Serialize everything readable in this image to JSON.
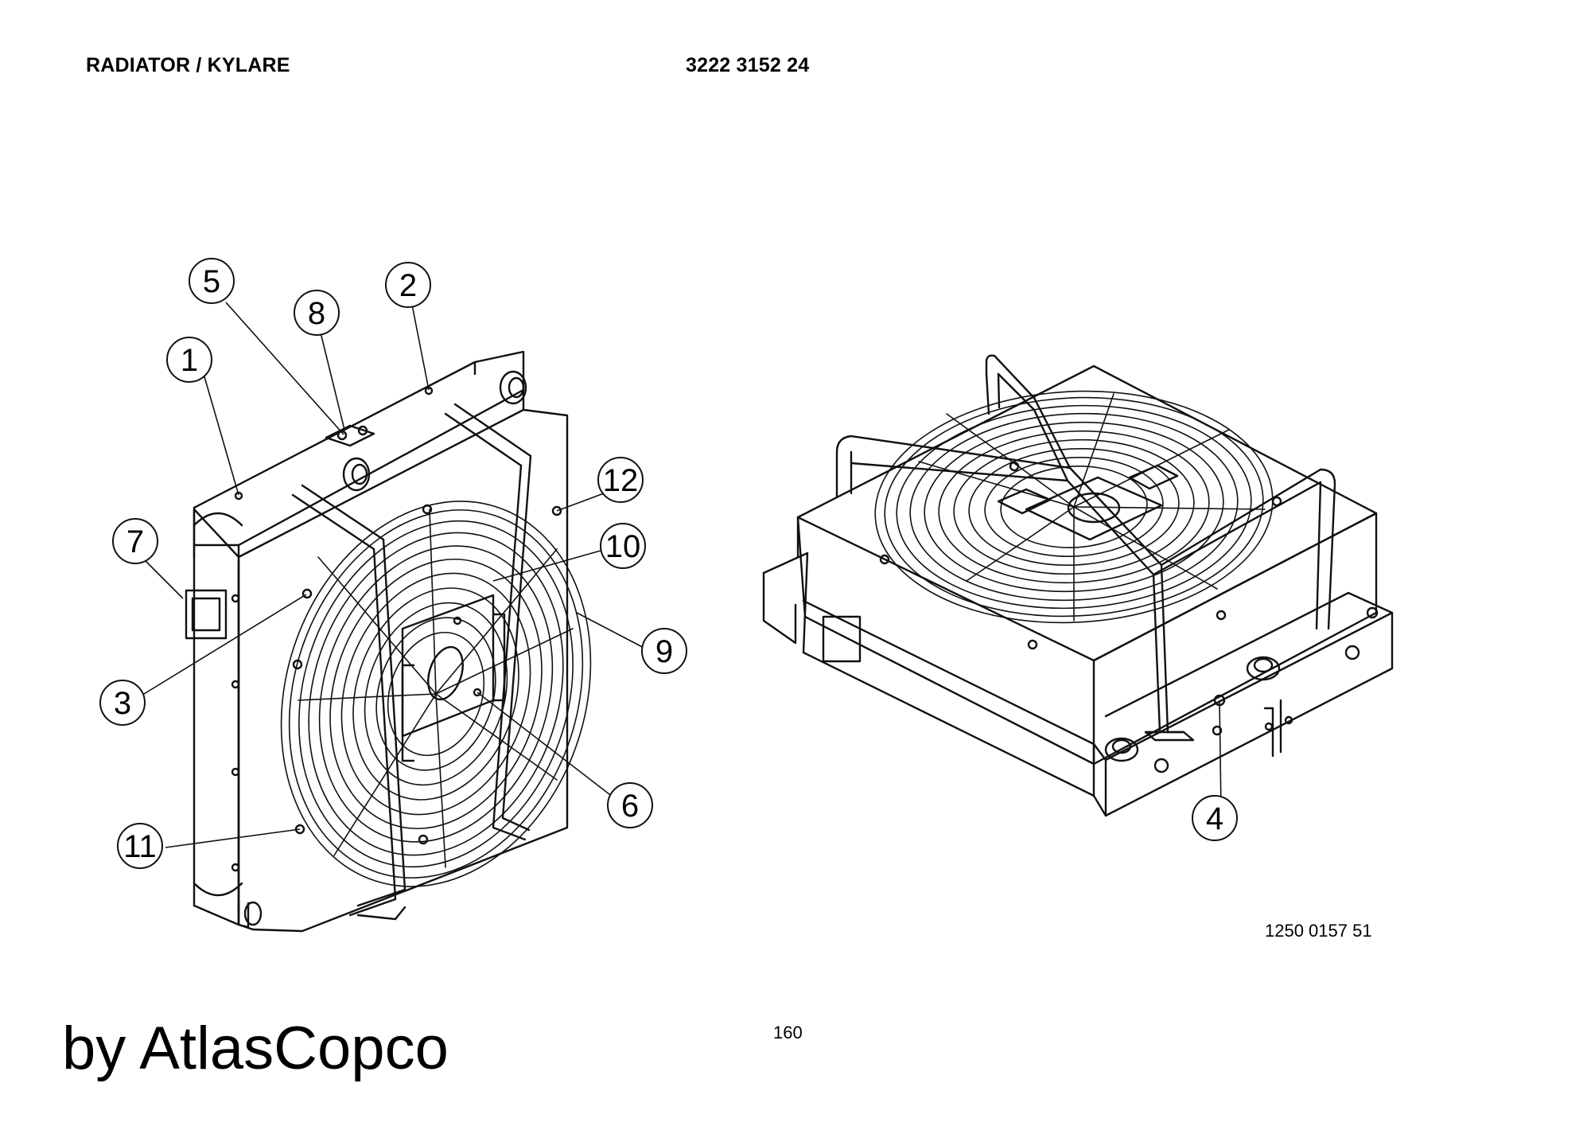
{
  "header": {
    "title": "RADIATOR / KYLARE",
    "part_number": "3222 3152 24"
  },
  "drawing_number": "1250 0157 51",
  "page_number": "160",
  "watermark": "by AtlasCopco",
  "callouts": {
    "c1": "1",
    "c2": "2",
    "c3": "3",
    "c4": "4",
    "c5": "5",
    "c6": "6",
    "c7": "7",
    "c8": "8",
    "c9": "9",
    "c10": "10",
    "c11": "11",
    "c12": "12"
  }
}
